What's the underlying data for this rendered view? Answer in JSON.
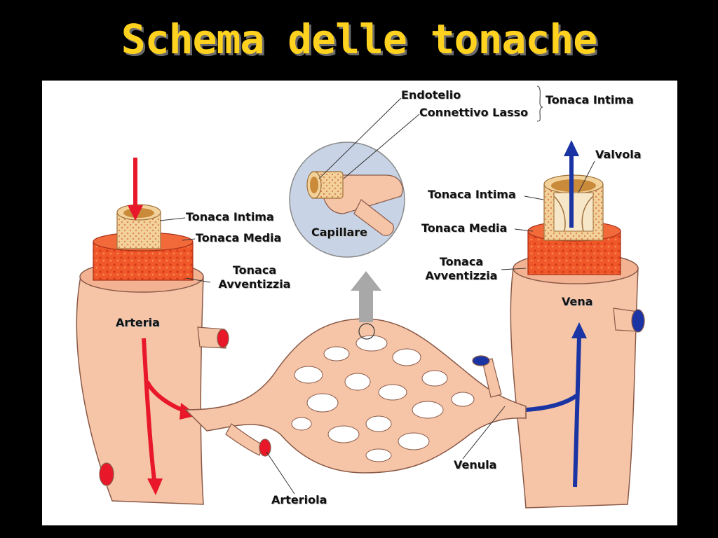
{
  "title": "Schema delle tonache",
  "colors": {
    "background": "#000000",
    "title": "#ffd21f",
    "vessel": "#f6c4a7",
    "media": "#f0582a",
    "arterial_flow": "#e8182a",
    "venous_flow": "#1a34a4",
    "capillary_circle": "#c8d4e6"
  },
  "labels": {
    "endotelio": "Endotelio",
    "connettivo_lasso": "Connettivo Lasso",
    "tonaca_intima_group": "Tonaca Intima",
    "valvola": "Valvola",
    "capillare": "Capillare",
    "arteria": {
      "tonaca_intima": "Tonaca Intima",
      "tonaca_media": "Tonaca Media",
      "tonaca_avventizzia_1": "Tonaca",
      "tonaca_avventizzia_2": "Avventizzia",
      "name": "Arteria"
    },
    "vena": {
      "tonaca_intima": "Tonaca Intima",
      "tonaca_media": "Tonaca Media",
      "tonaca_avventizzia_1": "Tonaca",
      "tonaca_avventizzia_2": "Avventizzia",
      "name": "Vena"
    },
    "arteriola": "Arteriola",
    "venula": "Venula"
  }
}
